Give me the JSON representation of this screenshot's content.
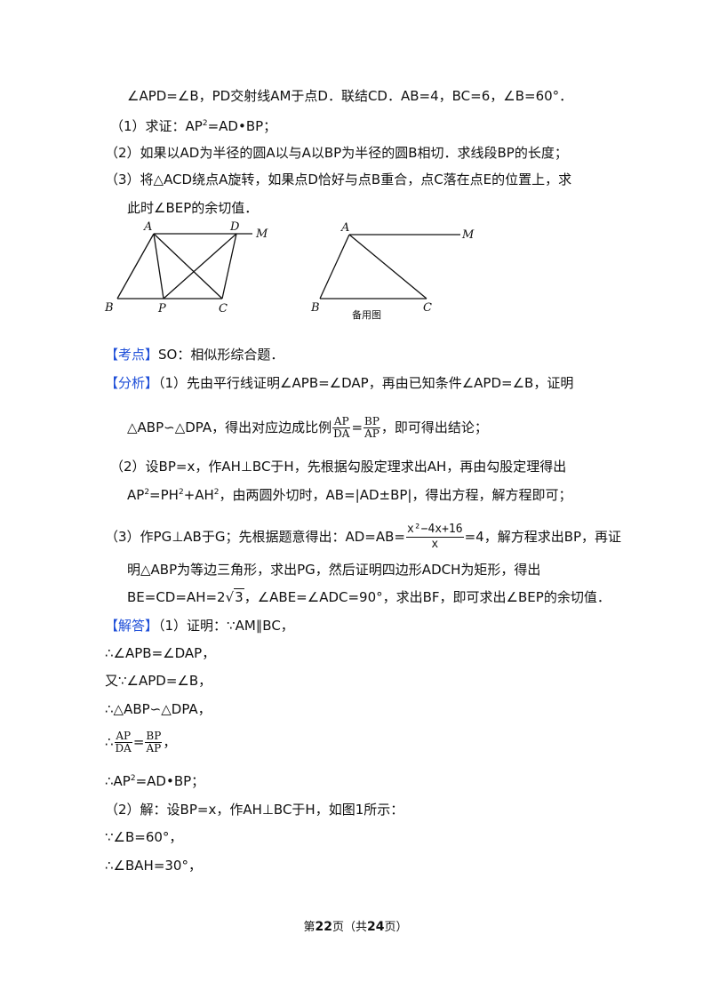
{
  "problem": {
    "line0": "∠APD=∠B，PD交射线AM于点D．联结CD．AB=4，BC=6，∠B=60°．",
    "q1_pre": "（1）求证：AP",
    "q1_sup": "2",
    "q1_post": "=AD•BP；",
    "q2": "（2）如果以AD为半径的圆A以与A以BP为半径的圆B相切．求线段BP的长度；",
    "q3_a": "（3）将△ACD绕点A旋转，如果点D恰好与点B重合，点C落在点E的位置上，求",
    "q3_b": "此时∠BEP的余切值．"
  },
  "figures": {
    "fig1": {
      "A": "A",
      "D": "D",
      "M": "M",
      "B": "B",
      "P": "P",
      "C": "C"
    },
    "fig2": {
      "A": "A",
      "M": "M",
      "B": "B",
      "C": "C",
      "caption": "备用图"
    }
  },
  "kaodian": {
    "tag": "【考点】",
    "text": "SO：相似形综合题．"
  },
  "fenxi": {
    "tag": "【分析】",
    "l1": "（1）先由平行线证明∠APB=∠DAP，再由已知条件∠APD=∠B，证明",
    "l2_pre": "△ABP∽△DPA，得出对应边成比例",
    "l2_f1_num": "AP",
    "l2_f1_den": "DA",
    "l2_eq": "=",
    "l2_f2_num": "BP",
    "l2_f2_den": "AP",
    "l2_post": "，即可得出结论；",
    "l3": "（2）设BP=x，作AH⊥BC于H，先根据勾股定理求出AH，再由勾股定理得出",
    "l4_a": "AP",
    "l4_b": "2",
    "l4_c": "=PH",
    "l4_d": "2",
    "l4_e": "+AH",
    "l4_f": "2",
    "l4_g": "，由两圆外切时，AB=|AD±BP|，得出方程，解方程即可；",
    "l5_pre": "（3）作PG⊥AB于G；先根据题意得出：AD=AB=",
    "l5_num": "x²−4x+16",
    "l5_den": "x",
    "l5_post": "=4，解方程求出BP，再证",
    "l6": "明△ABP为等边三角形，求出PG，然后证明四边形ADCH为矩形，得出",
    "l7_pre": "BE=CD=AH=2",
    "l7_rad": "3",
    "l7_post": "，∠ABE=∠ADC=90°，求出BF，即可求出∠BEP的余切值．"
  },
  "jieda": {
    "tag": "【解答】",
    "l1": "（1）证明：∵AM∥BC，",
    "l2": "∴∠APB=∠DAP，",
    "l3": "又∵∠APD=∠B，",
    "l4": "∴△ABP∽△DPA，",
    "l5_pre": "∴",
    "l5_f1_num": "AP",
    "l5_f1_den": "DA",
    "l5_eq": "=",
    "l5_f2_num": "BP",
    "l5_f2_den": "AP",
    "l5_post": "，",
    "l6_a": "∴AP",
    "l6_b": "2",
    "l6_c": "=AD•BP；",
    "l7": "（2）解：设BP=x，作AH⊥BC于H，如图1所示：",
    "l8": "∵∠B=60°，",
    "l9": "∴∠BAH=30°，"
  },
  "footer": {
    "pre": "第",
    "page": "22",
    "mid": "页（共",
    "total": "24",
    "post": "页）"
  }
}
